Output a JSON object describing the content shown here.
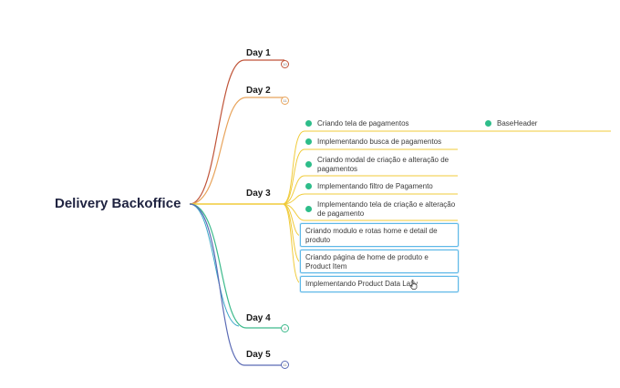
{
  "root": {
    "title": "Delivery Backoffice"
  },
  "days": [
    {
      "label": "Day 1",
      "color": "#c0553a",
      "count": "10"
    },
    {
      "label": "Day 2",
      "color": "#e8a45c",
      "count": "11"
    },
    {
      "label": "Day 3",
      "color": "#f0cb3a"
    },
    {
      "label": "Day 4",
      "color": "#3dba8c",
      "count": "8"
    },
    {
      "label": "Day 5",
      "color": "#5b6bb5",
      "count": "11"
    }
  ],
  "day3_tasks": [
    {
      "label": "Criando tela de pagamentos",
      "child": "BaseHeader"
    },
    {
      "label": "Implementando busca de pagamentos"
    },
    {
      "label": "Criando modal de criação e alteração de pagamentos"
    },
    {
      "label": "Implementando filtro de Pagamento"
    },
    {
      "label": "Implementando tela de criação e alteração de pagamento"
    }
  ],
  "day3_selected_tasks": [
    {
      "label": "Criando modulo e rotas home e detail de produto"
    },
    {
      "label": "Criando página de home de produto e Product Item"
    },
    {
      "label": "Implementando Product Data Lazy"
    }
  ],
  "colors": {
    "task_dot": "#2ebd8a",
    "selection_border": "#5db8e8",
    "root_text": "#1f2340"
  },
  "icons": {
    "cursor": "hand-pointer-icon"
  }
}
